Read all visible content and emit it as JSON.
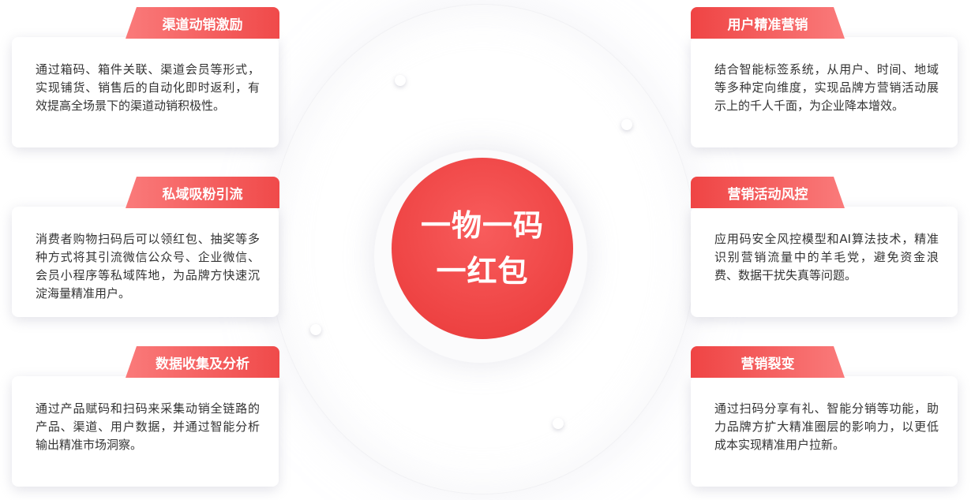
{
  "center": {
    "line1": "一物一码",
    "line2": "一红包"
  },
  "left_cards": [
    {
      "title": "渠道动销激励",
      "text": "通过箱码、箱件关联、渠道会员等形式，实现铺货、销售后的自动化即时返利，有效提高全场景下的渠道动销积极性。"
    },
    {
      "title": "私域吸粉引流",
      "text": "消费者购物扫码后可以领红包、抽奖等多种方式将其引流微信公众号、企业微信、会员小程序等私域阵地，为品牌方快速沉淀海量精准用户。"
    },
    {
      "title": "数据收集及分析",
      "text": "通过产品赋码和扫码来采集动销全链路的产品、渠道、用户数据，并通过智能分析输出精准市场洞察。"
    }
  ],
  "right_cards": [
    {
      "title": "用户精准营销",
      "text": "结合智能标签系统，从用户、时间、地域等多种定向维度，实现品牌方营销活动展示上的千人千面，为企业降本增效。"
    },
    {
      "title": "营销活动风控",
      "text": "应用码安全风控模型和AI算法技术，精准识别营销流量中的羊毛党，避免资金浪费、数据干扰失真等问题。"
    },
    {
      "title": "营销裂变",
      "text": "通过扫码分享有礼、智能分销等功能，助力品牌方扩大精准圈层的影响力，以更低成本实现精准用户拉新。"
    }
  ],
  "colors": {
    "accent": "#ef4444",
    "accent_light": "#fa7a7a",
    "text": "#333333"
  }
}
